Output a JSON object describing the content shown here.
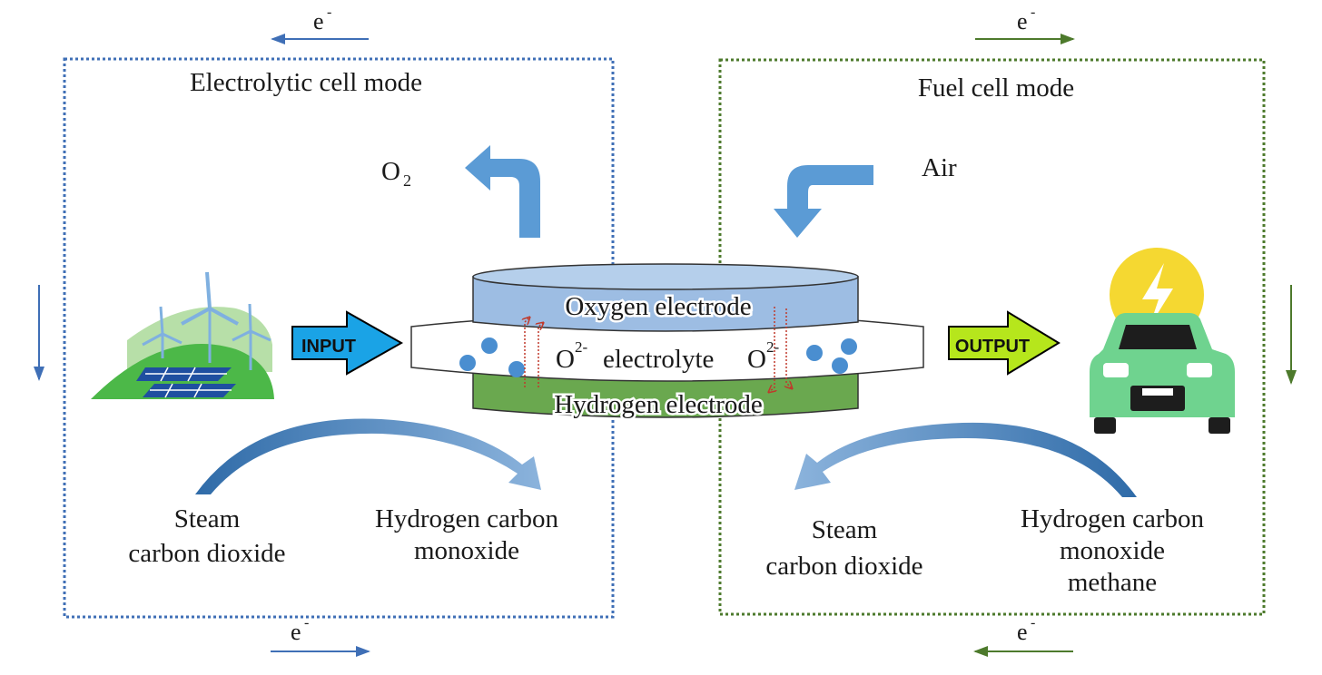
{
  "diagram": {
    "electron_label": "e",
    "electron_sup": "-",
    "electrolytic": {
      "title": "Electrolytic cell mode",
      "gas_out": "O",
      "gas_out_sub": "2",
      "input_label": "INPUT",
      "reactants": [
        "Steam",
        "carbon dioxide"
      ],
      "products": [
        "Hydrogen carbon",
        "monoxide"
      ]
    },
    "fuel": {
      "title": "Fuel cell mode",
      "gas_in": "Air",
      "output_label": "OUTPUT",
      "products": [
        "Steam",
        "carbon dioxide"
      ],
      "reactants": [
        "Hydrogen carbon",
        "monoxide",
        "methane"
      ]
    },
    "cell": {
      "oxygen_electrode": "Oxygen electrode",
      "electrolyte_ion": "O",
      "electrolyte_ion_sup": "2-",
      "electrolyte": "electrolyte",
      "hydrogen_electrode": "Hydrogen electrode"
    },
    "colors": {
      "electrolytic": "#3f6fb6",
      "fuel": "#4d7a2c",
      "input": "#1aa3e6",
      "output": "#b6e61c",
      "oxygen": "#9dbde3",
      "hydrogen": "#6aa84f",
      "ion": "#4a8ed0"
    }
  }
}
